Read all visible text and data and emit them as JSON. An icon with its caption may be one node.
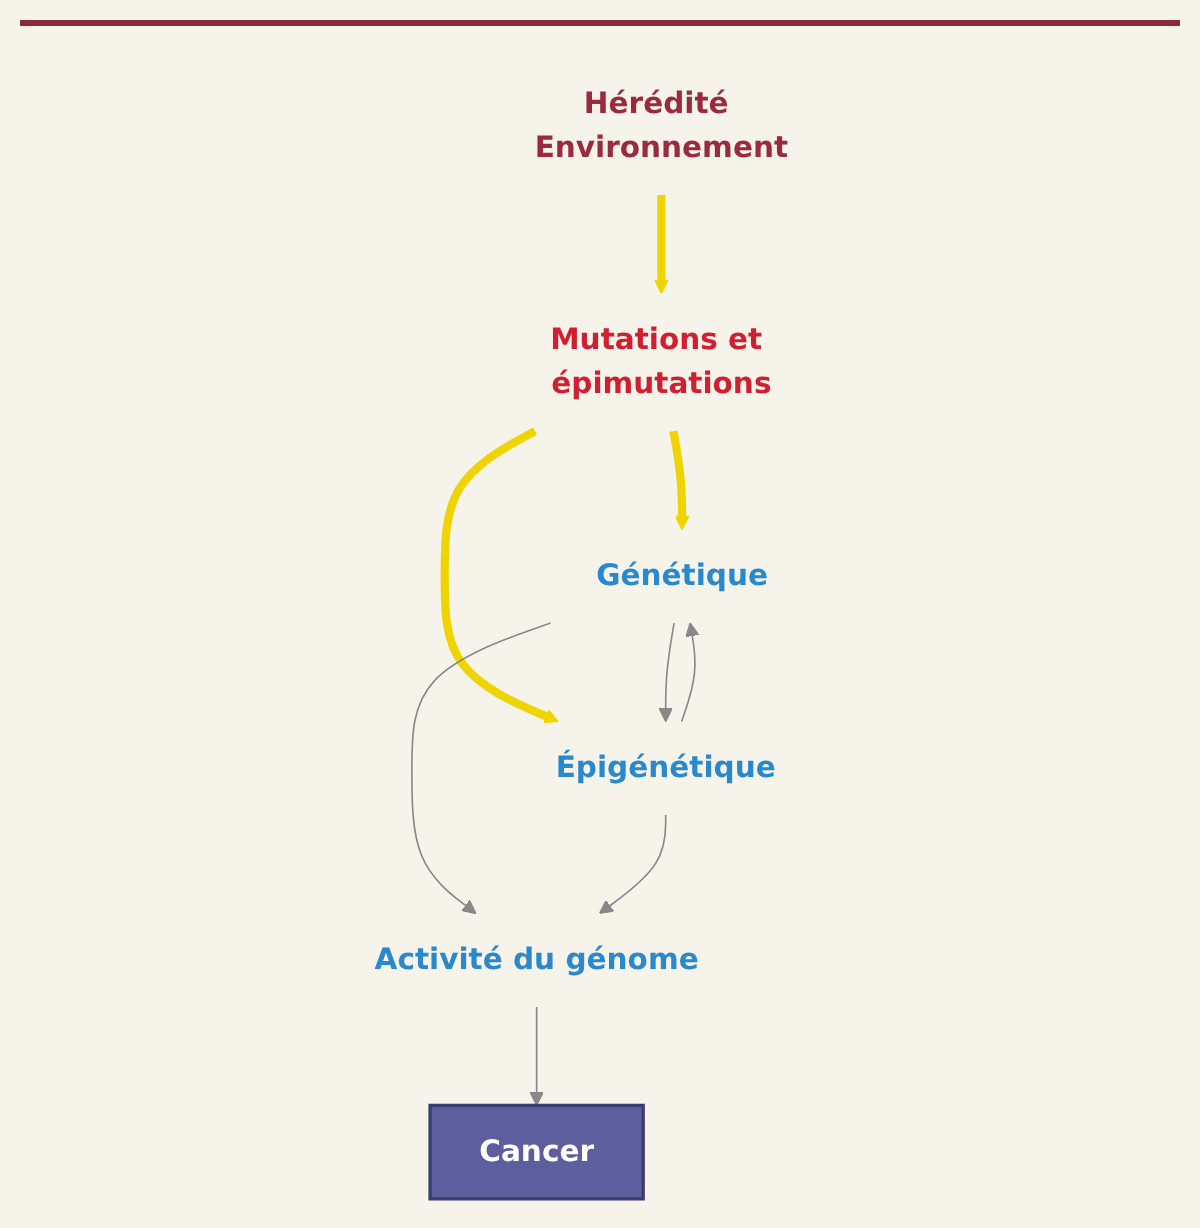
{
  "diagram": {
    "nodes": [
      {
        "text": [
          "Hérédité Environnement"
        ]
      },
      {
        "text": [
          "Mutations et épimutations"
        ]
      },
      {
        "text": [
          "Génétique"
        ]
      },
      {
        "text": [
          "Épigénétique"
        ]
      },
      {
        "text": [
          "Activité du génome"
        ]
      },
      {
        "text": [
          "Cancer"
        ]
      }
    ],
    "edges": [
      {
        "from": 0,
        "to": 1,
        "arrow": "to",
        "style": "thick",
        "color": "#f0d400"
      },
      {
        "from": 1,
        "to": 2,
        "arrow": "to",
        "style": "thick",
        "color": "#f0d400"
      },
      {
        "from": 1,
        "to": 3,
        "arrow": "to",
        "style": "thick",
        "color": "#f0d400"
      },
      {
        "from": 2,
        "to": 3,
        "arrow": "to"
      },
      {
        "from": 3,
        "to": 2,
        "arrow": "to"
      },
      {
        "from": 2,
        "to": 4,
        "arrow": "to"
      },
      {
        "from": 3,
        "to": 4,
        "arrow": "to"
      },
      {
        "from": 4,
        "to": 5,
        "arrow": "to"
      }
    ]
  }
}
